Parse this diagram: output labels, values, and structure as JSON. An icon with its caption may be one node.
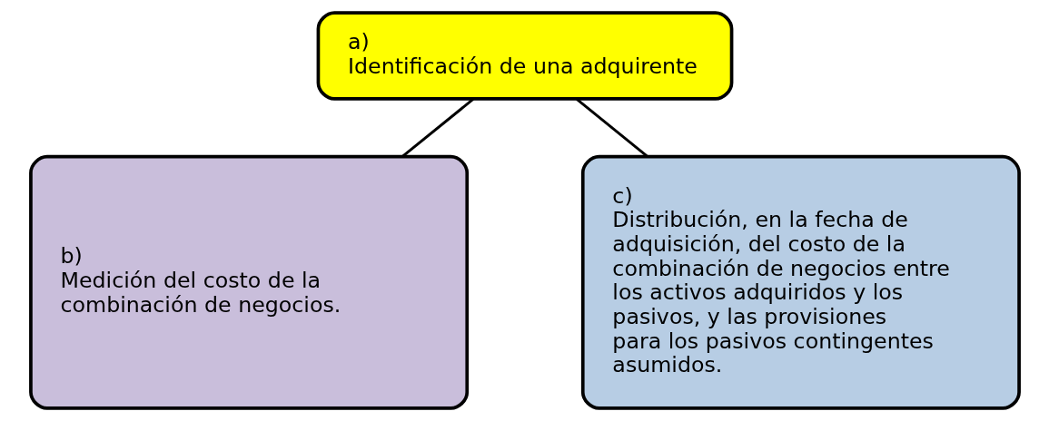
{
  "diagram": {
    "nodes": [
      {
        "text": [
          "a)",
          "Identificación de una adquirente"
        ]
      },
      {
        "text": [
          "b)",
          "Medición del costo de la combinación de negocios."
        ]
      },
      {
        "text": [
          "c)",
          "Distribución, en la fecha de adquisición, del costo de la combinación de negocios entre los activos adquiridos y los pasivos, y las provisiones para los pasivos contingentes asumidos."
        ]
      }
    ],
    "edges": [
      {
        "from": 0,
        "to": 1,
        "arrow": "none"
      },
      {
        "from": 0,
        "to": 2,
        "arrow": "none"
      }
    ]
  }
}
